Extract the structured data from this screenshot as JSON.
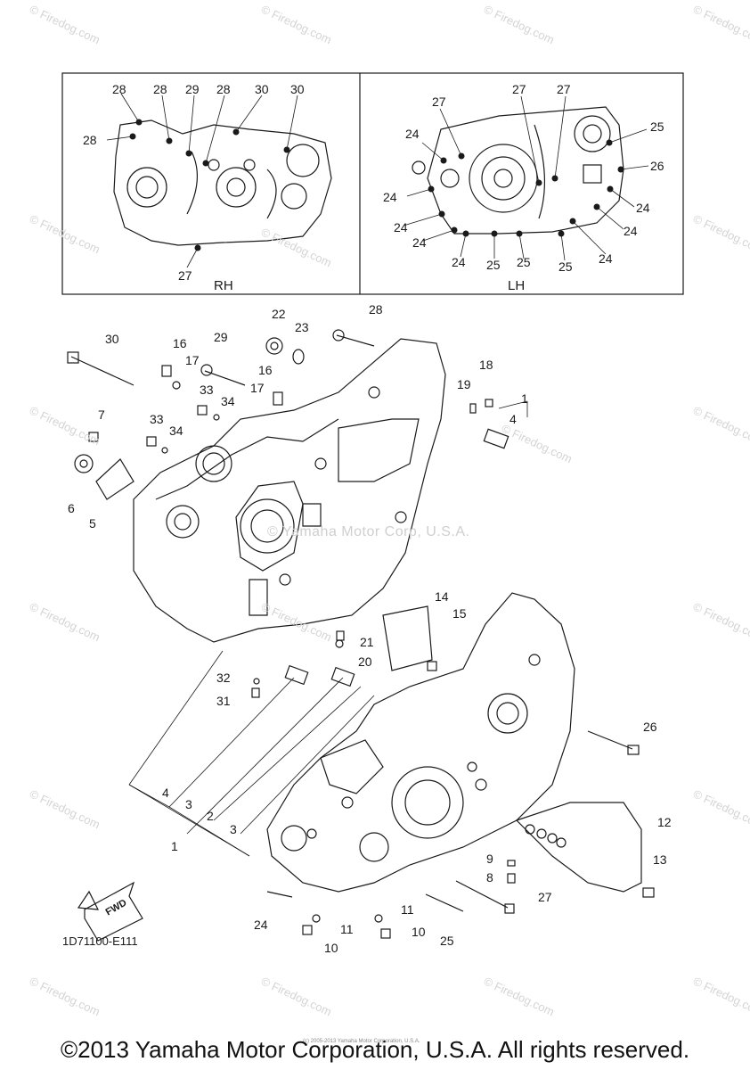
{
  "inset": {
    "rh": {
      "label": "RH",
      "callouts": [
        "28",
        "28",
        "29",
        "28",
        "30",
        "30",
        "28",
        "27"
      ]
    },
    "lh": {
      "label": "LH",
      "callouts": [
        "27",
        "27",
        "27",
        "25",
        "24",
        "26",
        "24",
        "24",
        "24",
        "24",
        "24",
        "24",
        "24",
        "25",
        "25",
        "25",
        "24"
      ]
    }
  },
  "main": {
    "callouts": [
      "30",
      "16",
      "17",
      "29",
      "22",
      "23",
      "28",
      "18",
      "19",
      "1",
      "4",
      "33",
      "34",
      "16",
      "17",
      "7",
      "33",
      "34",
      "6",
      "5",
      "14",
      "15",
      "21",
      "20",
      "32",
      "31",
      "26",
      "12",
      "4",
      "3",
      "2",
      "3",
      "1",
      "9",
      "8",
      "13",
      "24",
      "27",
      "11",
      "11",
      "10",
      "10",
      "25"
    ]
  },
  "watermark": {
    "site": "© Firedog.com",
    "center_text": "© Yamaha Motor Corp, U.S.A."
  },
  "part_code": "1D71100-E111",
  "fwd_text": "FWD",
  "tiny_copyright": "(c) 2005-2013 Yamaha Motor Corporation, U.S.A.",
  "copyright": "©2013 Yamaha Motor Corporation, U.S.A. All rights reserved."
}
